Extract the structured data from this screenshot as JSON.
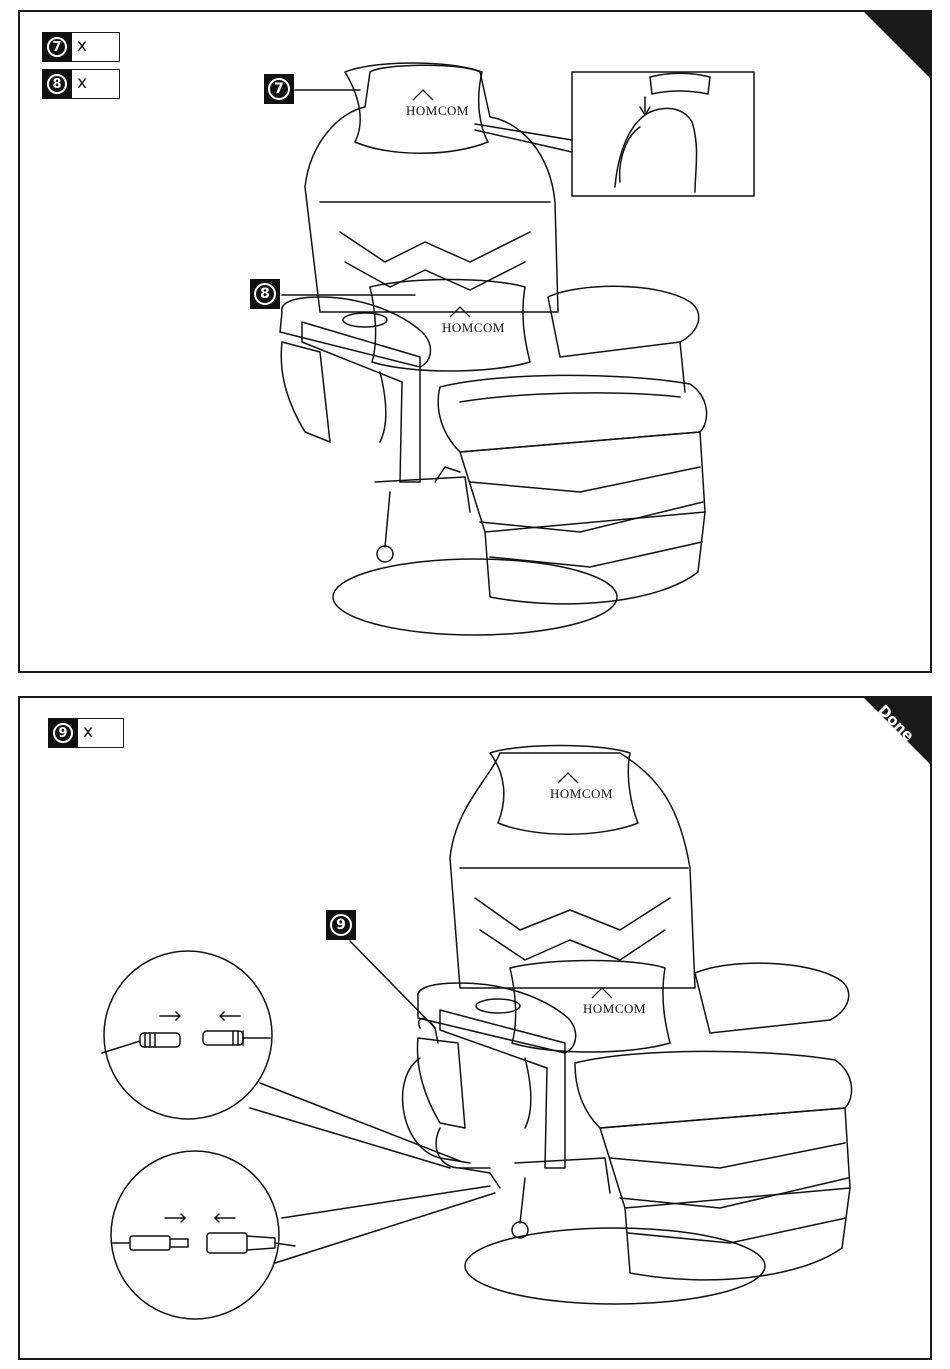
{
  "panel1": {
    "corner_label": "",
    "parts": [
      {
        "number": "7",
        "qty": "x"
      },
      {
        "number": "8",
        "qty": "x"
      }
    ],
    "callouts": [
      "7",
      "8"
    ],
    "brand": "HOMCOM"
  },
  "panel2": {
    "corner_label": "Done",
    "parts": [
      {
        "number": "9",
        "qty": "x"
      }
    ],
    "callouts": [
      "9"
    ],
    "brand": "HOMCOM"
  },
  "colors": {
    "ink": "#111111",
    "paper": "#ffffff"
  }
}
